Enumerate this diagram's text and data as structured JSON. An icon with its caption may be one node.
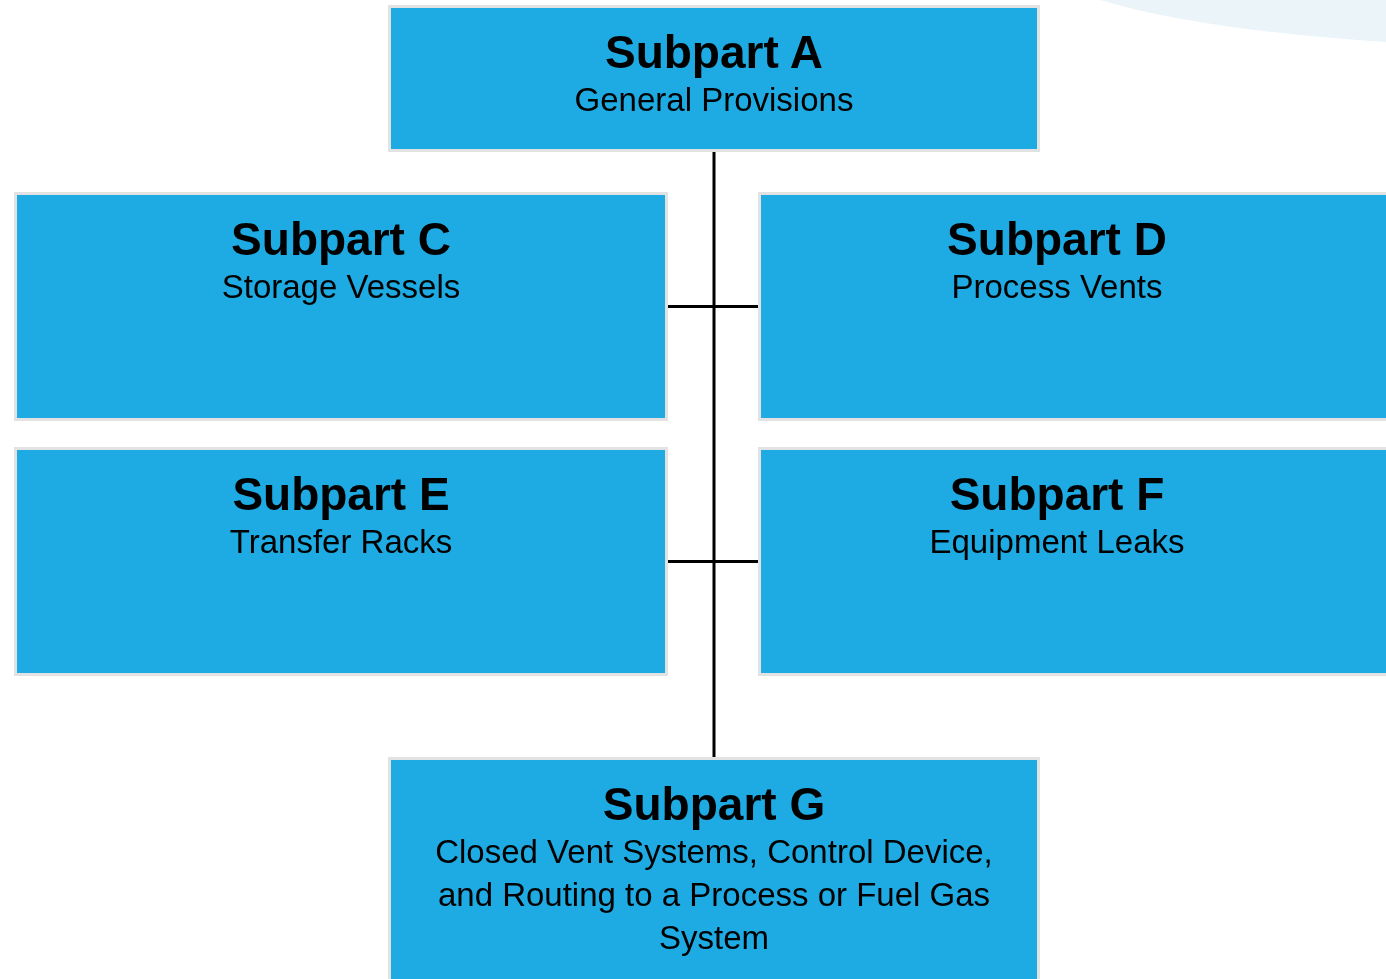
{
  "diagram": {
    "nodes": [
      {
        "text": [
          "Subpart A",
          "General Provisions"
        ]
      },
      {
        "text": [
          "Subpart C",
          "Storage Vessels"
        ]
      },
      {
        "text": [
          "Subpart D",
          "Process Vents"
        ]
      },
      {
        "text": [
          "Subpart E",
          "Transfer Racks"
        ]
      },
      {
        "text": [
          "Subpart F",
          "Equipment Leaks"
        ]
      },
      {
        "text": [
          "Subpart G",
          "Closed Vent Systems, Control Device, and Routing to a Process or Fuel Gas System"
        ]
      }
    ],
    "edges": [
      {
        "from": 0,
        "to": 5,
        "arrow": "none"
      },
      {
        "from": 1,
        "to": 2,
        "arrow": "none"
      },
      {
        "from": 3,
        "to": 4,
        "arrow": "none"
      }
    ]
  }
}
